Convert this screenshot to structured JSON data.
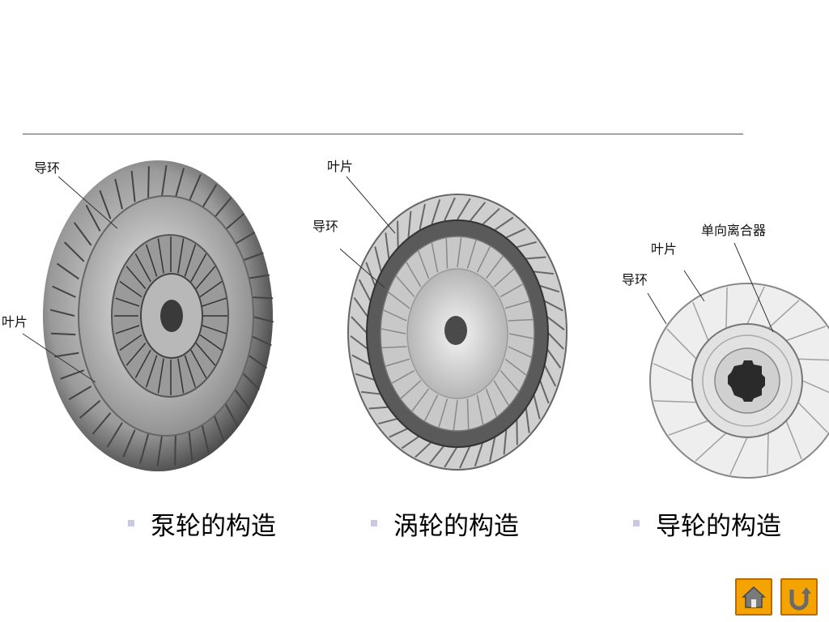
{
  "figures": {
    "pump": {
      "label_ring": "导环",
      "label_blade": "叶片",
      "caption": "泵轮的构造"
    },
    "turbine": {
      "label_blade": "叶片",
      "label_ring": "导环",
      "caption": "涡轮的构造"
    },
    "stator": {
      "label_clutch": "单向离合器",
      "label_blade": "叶片",
      "label_ring": "导环",
      "caption": "导轮的构造"
    }
  },
  "nav": {
    "home_icon": "home-icon",
    "return_icon": "return-icon",
    "button_color": "#f5a300"
  }
}
